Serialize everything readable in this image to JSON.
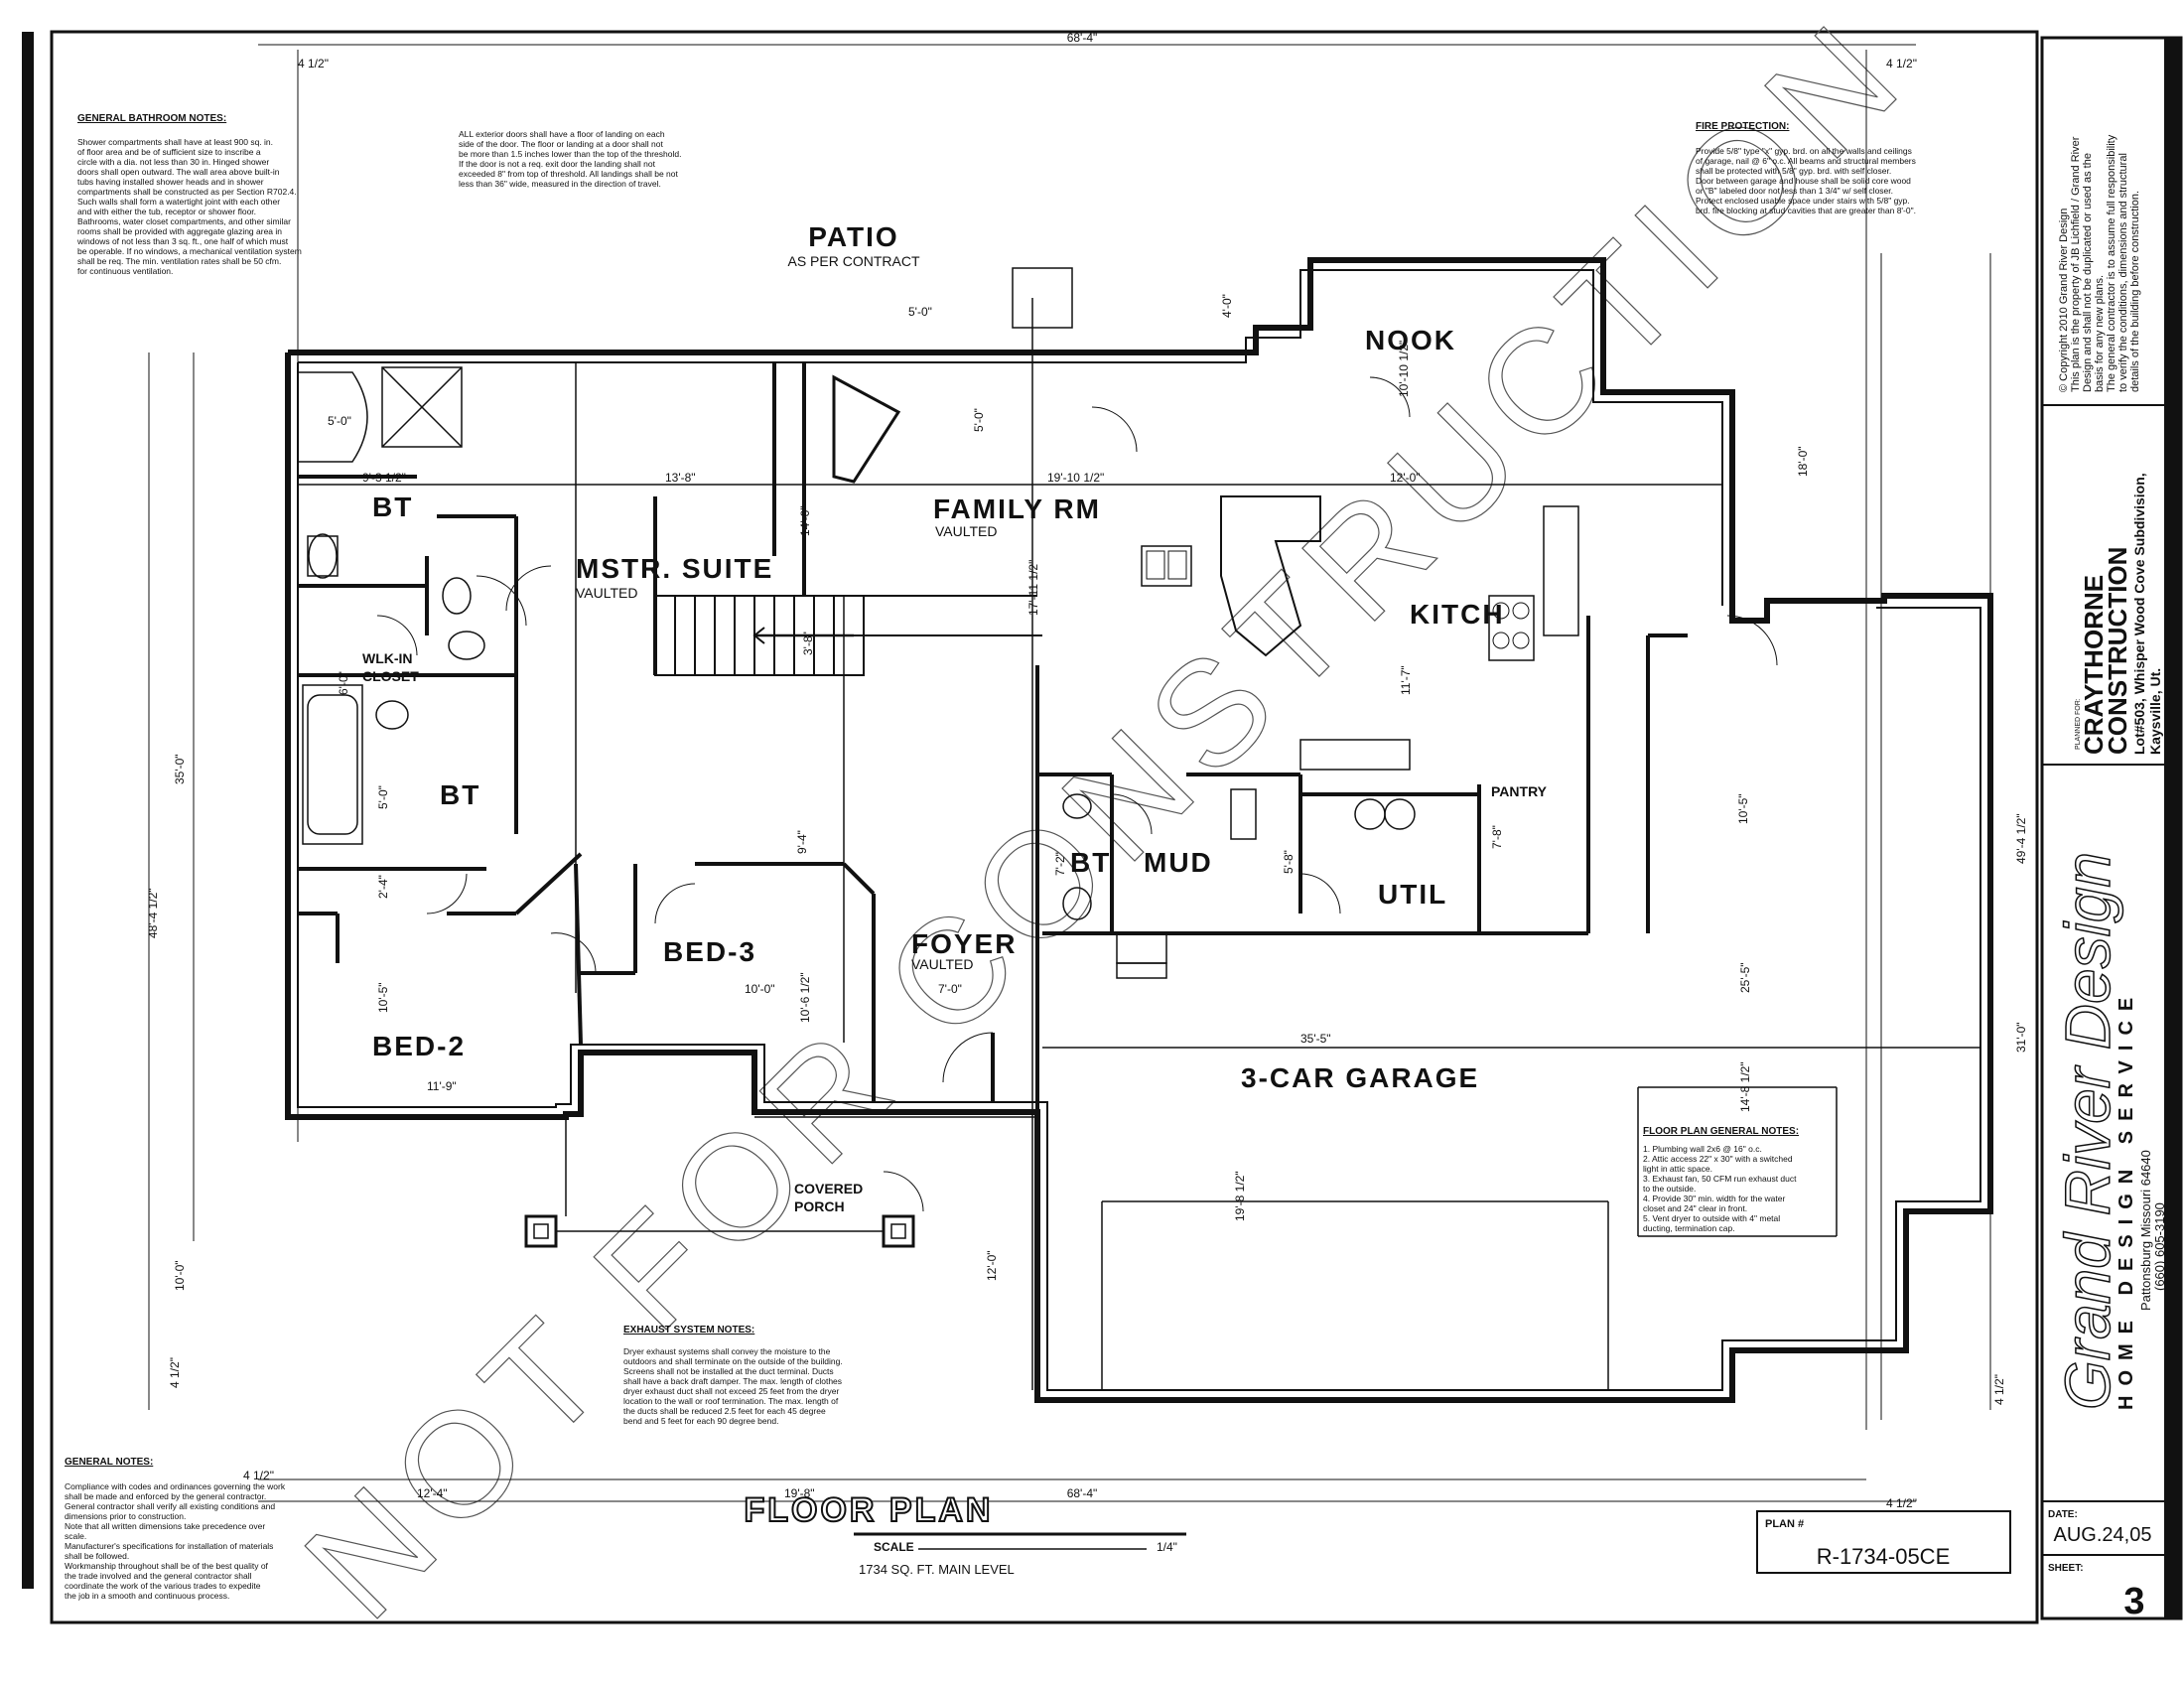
{
  "rooms": {
    "patio": "PATIO",
    "patio_sub": "AS PER CONTRACT",
    "nook": "NOOK",
    "bt1": "BT",
    "mstr": "MSTR. SUITE",
    "mstr_sub": "VAULTED",
    "family": "FAMILY RM",
    "family_sub": "VAULTED",
    "kitch": "KITCH",
    "walkin1": "WLK-IN",
    "walkin2": "CLOSET",
    "bt2": "BT",
    "pantry": "PANTRY",
    "bt3": "BT",
    "mud": "MUD",
    "util": "UTIL",
    "bed3": "BED-3",
    "foyer": "FOYER",
    "foyer_sub": "VAULTED",
    "bed2": "BED-2",
    "garage": "3-CAR GARAGE",
    "porch1": "COVERED",
    "porch2": "PORCH"
  },
  "dims": {
    "top_overall": "68'-4\"",
    "bottom_overall": "68'-4\"",
    "tl": "4 1/2\"",
    "tr": "4 1/2\"",
    "br": "4 1/2\"",
    "bl_a": "4 1/2\"",
    "bl_b": "4 1/2\"",
    "r_bot": "4 1/2\"",
    "patio_w": "5'-0\"",
    "nook_off": "4'-0\"",
    "tub": "5'-0\"",
    "d935": "9'-3 1/2\"",
    "d138": "13'-8\"",
    "d1910": "19'-10 1/2\"",
    "d120": "12'-0\"",
    "d1010": "10'-10 1/2\"",
    "d180": "18'-0\"",
    "d50v": "5'-0\"",
    "d140": "14'-0\"",
    "d1711": "17'-11 1/2\"",
    "d117": "11'-7\"",
    "d60": "6'-0\"",
    "d354": "35'-0\"",
    "d4814": "48'-4 1/2\"",
    "d4914": "49'-4 1/2\"",
    "d38": "3'-8\"",
    "d50b": "5'-0\"",
    "d24": "2'-4\"",
    "d94": "9'-4\"",
    "d72": "7'-2\"",
    "d58": "5'-8\"",
    "d78": "7'-8\"",
    "d105": "10'-5\"",
    "d100": "10'-0\"",
    "d1069": "10'-6 1/2\"",
    "d70": "7'-0\"",
    "d255": "25'-5\"",
    "d310": "31'-0\"",
    "d105b": "10'-5\"",
    "d119": "11'-9\"",
    "d355": "35'-5\"",
    "d1486": "14'-8 1/2\"",
    "d1982": "19'-8 1/2\"",
    "d120b": "12'-0\"",
    "d100b": "10'-0\"",
    "d124": "12'-4\"",
    "d198": "19'-8\""
  },
  "notes": {
    "bath_h": "GENERAL BATHROOM NOTES:",
    "bath": [
      "Shower compartments shall have at least 900 sq. in.",
      "of floor area and be of sufficient size to inscribe a",
      "circle with a dia. not less than 30 in.  Hinged shower",
      "doors shall open outward.  The wall area above built-in",
      "tubs having installed shower heads and in shower",
      "compartments shall be constructed as per Section R702.4.",
      "Such walls shall form a watertight joint with each other",
      "and with either the tub, receptor or shower floor.",
      "Bathrooms, water closet compartments, and other similar",
      "rooms shall be provided with aggregate glazing area in",
      "windows of not less than 3 sq. ft., one half of which must",
      "be operable. If no windows, a mechanical ventilation system",
      "shall be req.  The min. ventilation rates shall be 50 cfm.",
      "for continuous ventilation."
    ],
    "ext": [
      "ALL exterior doors shall have a floor of landing on each",
      "side of the door.  The floor or landing at a door shall not",
      "be more than 1.5 inches lower than the top of the threshold.",
      "If the door is not a req. exit door the landing shall not",
      "exceeded 8\" from top of threshold.  All landings shall be not",
      "less than 36\" wide, measured in the direction of travel."
    ],
    "fire_h": "FIRE PROTECTION:",
    "fire": [
      "Provide 5/8\" type \"x\" gyp. brd. on all the walls and ceilings",
      "of garage, nail @ 6\" o.c.  All beams and structural members",
      "shall be protected with 5/8\" gyp. brd. with self closer.",
      "Door between garage and house shall be solid core wood",
      "or \"B\" labeled door not less than 1 3/4\" w/ self closer.",
      "Protect enclosed usable space under stairs with 5/8\" gyp.",
      "brd. fire blocking at stud cavities that are greater than 8'-0\"."
    ],
    "exh_h": "EXHAUST SYSTEM NOTES:",
    "exh": [
      "Dryer exhaust systems shall convey the moisture to the",
      "outdoors and shall terminate on the outside of the building.",
      "Screens shall not be installed at the duct terminal.  Ducts",
      "shall have a back draft damper.  The max. length of clothes",
      "dryer exhaust duct shall not exceed 25 feet from the dryer",
      "location to the wall or roof termination.  The max. length of",
      "the ducts shall be reduced 2.5 feet for each 45 degree",
      "bend and 5 feet for each 90 degree bend."
    ],
    "fp_h": "FLOOR PLAN GENERAL NOTES:",
    "fp": [
      "1.  Plumbing wall 2x6 @ 16\" o.c.",
      "2.  Attic access 22\" x 30\" with a switched",
      "     light in attic space.",
      "3.  Exhaust fan, 50 CFM run exhaust duct",
      "     to the outside.",
      "4.  Provide 30\" min. width for the water",
      "     closet and 24\" clear in front.",
      "5.  Vent dryer to outside with 4\" metal",
      "     ducting, termination cap."
    ],
    "gen_h": "GENERAL NOTES:",
    "gen": [
      "Compliance with codes and ordinances governing the work",
      "shall be made and enforced by the general contractor.",
      "General contractor shall verify all existing conditions and",
      "dimensions prior to construction.",
      "Note that all written dimensions take precedence over",
      "scale.",
      "Manufacturer's specifications for installation of materials",
      "shall be followed.",
      "Workmanship throughout shall be of the best quality of",
      "the trade involved and the general contractor shall",
      "coordinate the work of the various trades to expedite",
      "the job in a smooth and continuous process."
    ]
  },
  "bottom": {
    "title": "FLOOR   PLAN",
    "scale_label": "SCALE",
    "scale_val": "1/4\"",
    "sqft": "1734  SQ. FT.  MAIN  LEVEL",
    "plan_label": "PLAN  #",
    "plan_no": "R-1734-05CE"
  },
  "watermark": "NOT FOR CONSTRUCTION",
  "titleblock": {
    "copyright": [
      "© Copyright 2010 Grand River Design",
      "This plan is the property of JB Lichfield / Grand River",
      "Design and shall not be duplicated or used as the",
      "basis for any new plans.",
      "The general contractor is to assume full responsibility",
      "to verify the conditions, dimensions and structural",
      "details of the building before construction."
    ],
    "planned_for": "PLANNED FOR:",
    "client1": "CRAYTHORNE",
    "client2": "CONSTRUCTION",
    "lot": "Lot#503, Whisper Wood Cove Subdivision,",
    "city": "Kaysville, Ut.",
    "brand_script": "Grand River Design",
    "brand_line": "HOME  DESIGN  SERVICE",
    "address": "Pattonsburg   Missouri   64640",
    "phone": "(660)  605-3190",
    "date_label": "DATE:",
    "date": "AUG.24,05",
    "sheet_label": "SHEET:",
    "sheet": "3"
  }
}
